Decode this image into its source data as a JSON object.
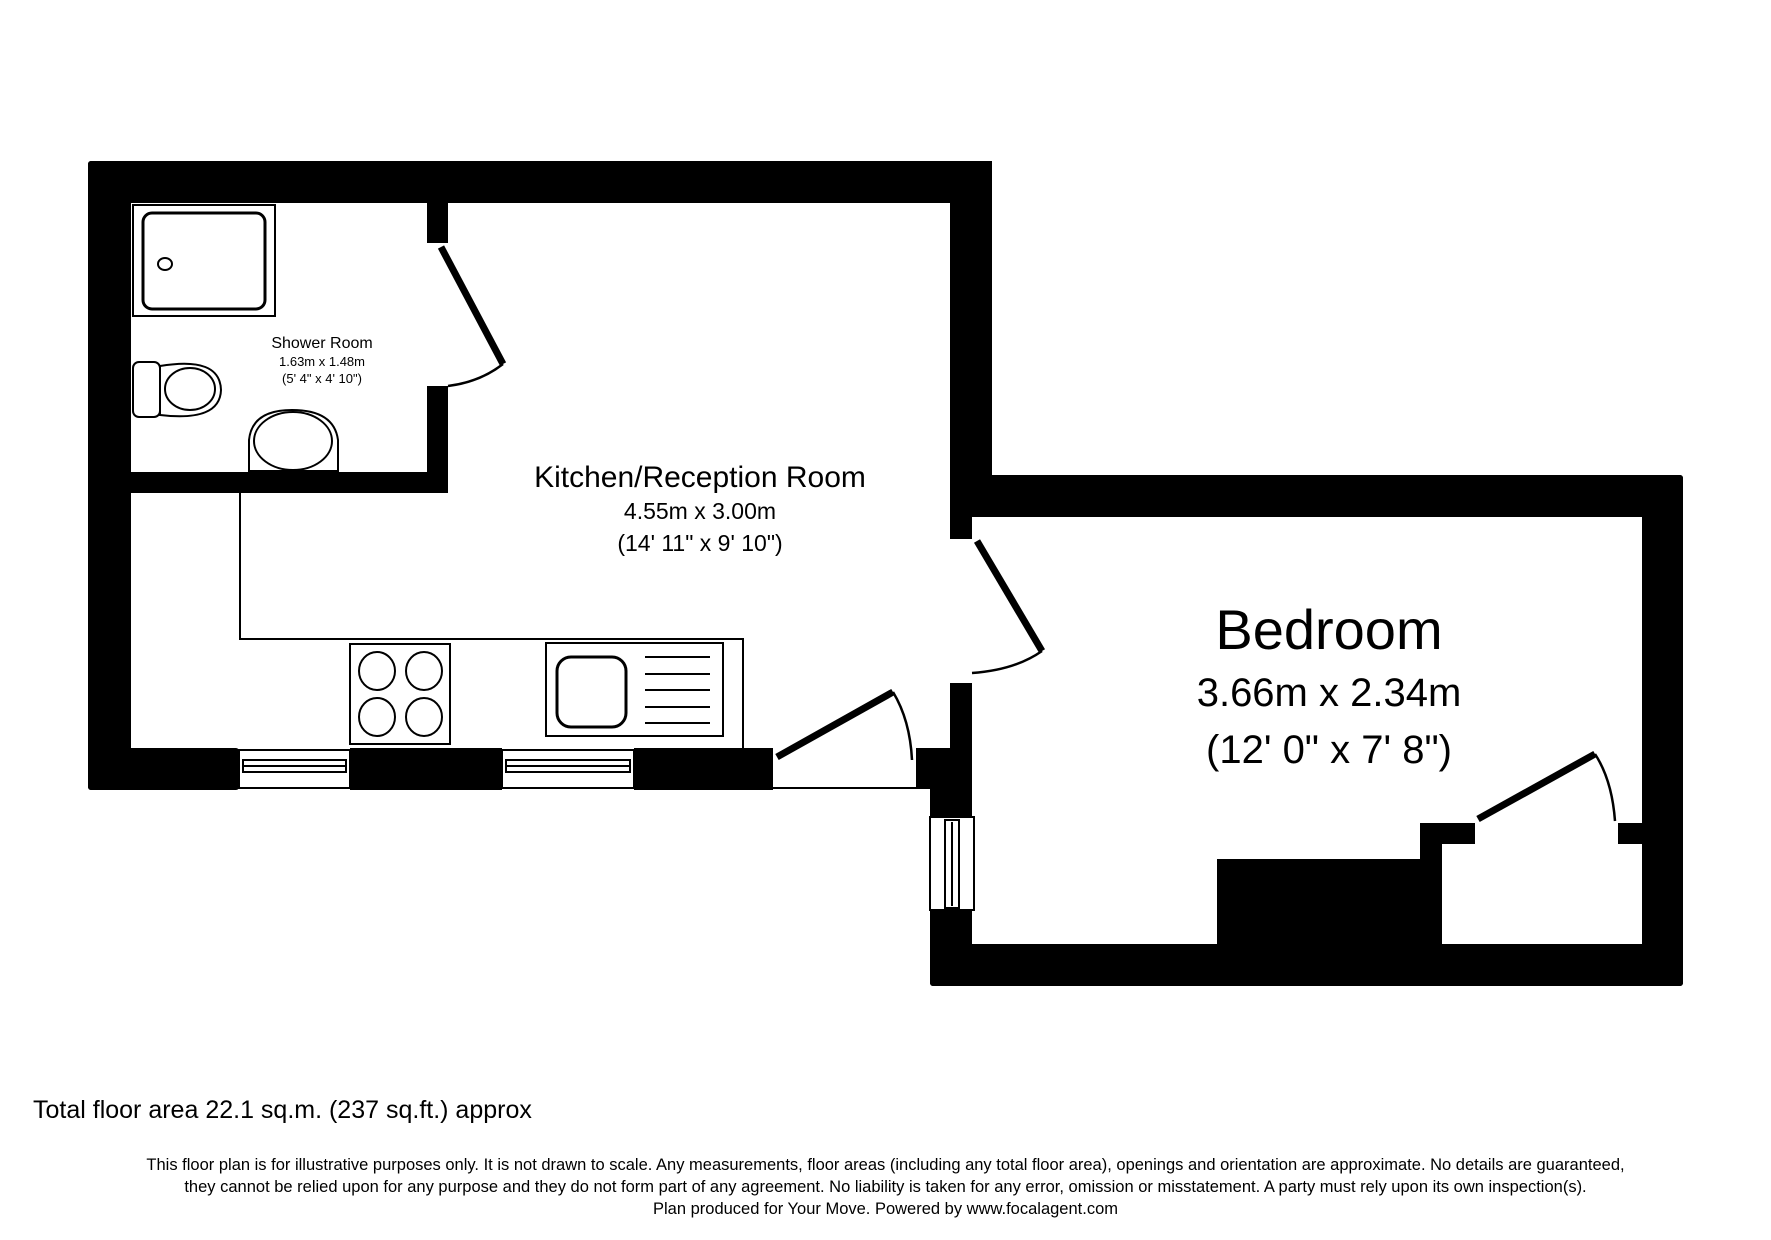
{
  "rooms": {
    "shower_room": {
      "name": "Shower Room",
      "metric": "1.63m x 1.48m",
      "imperial": "(5' 4\" x 4' 10\")"
    },
    "kitchen_reception": {
      "name": "Kitchen/Reception Room",
      "metric": "4.55m x 3.00m",
      "imperial": "(14' 11\" x 9' 10\")"
    },
    "bedroom": {
      "name": "Bedroom",
      "metric": "3.66m x 2.34m",
      "imperial": "(12' 0\" x 7' 8\")"
    }
  },
  "fixtures": [
    "shower-tray",
    "toilet",
    "wash-basin",
    "hob",
    "sink-drainer",
    "windows",
    "doors"
  ],
  "footer": {
    "total_area": "Total floor area 22.1 sq.m. (237 sq.ft.) approx",
    "disclaimer_lines": [
      "This floor plan is for illustrative purposes only. It is not drawn to scale. Any measurements, floor areas (including any total floor area), openings and orientation are approximate. No details are guaranteed,",
      "they cannot be relied upon for any purpose and they do not form part of any agreement. No liability is taken for any error, omission or misstatement. A party must rely upon its own inspection(s).",
      "Plan produced for Your Move. Powered by www.focalagent.com"
    ]
  },
  "colors": {
    "wall": "#000000",
    "background": "#ffffff"
  }
}
